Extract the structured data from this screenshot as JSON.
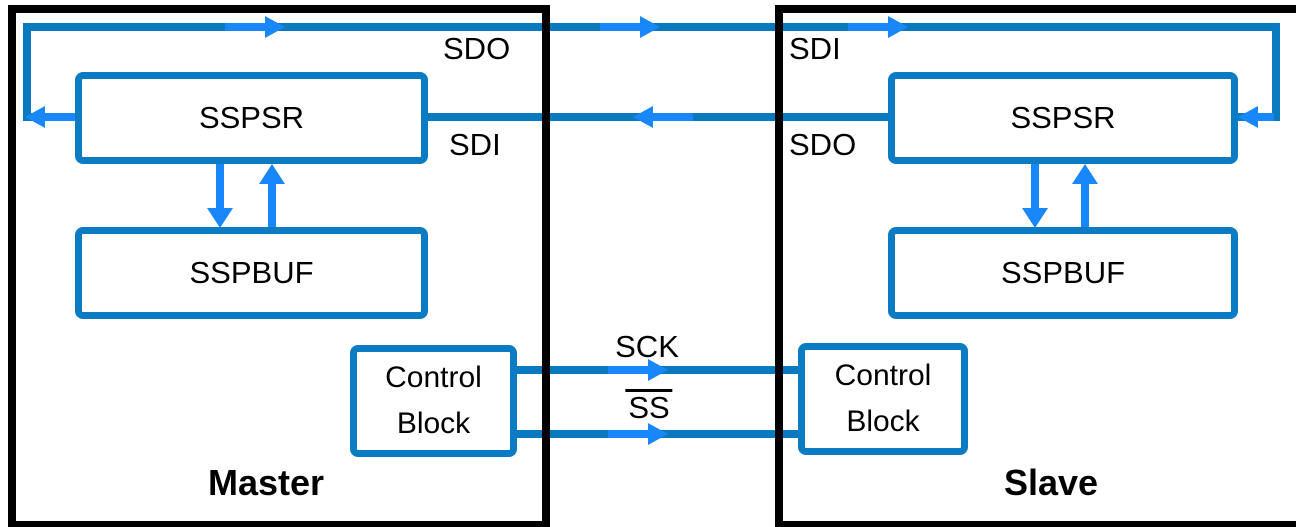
{
  "master": {
    "label": "Master",
    "sspsr_label": "SSPSR",
    "sspbuf_label": "SSPBUF",
    "control_label_line1": "Control",
    "control_label_line2": "Block",
    "top_pin_label": "SDO",
    "mid_pin_label": "SDI"
  },
  "slave": {
    "label": "Slave",
    "sspsr_label": "SSPSR",
    "sspbuf_label": "SSPBUF",
    "control_label_line1": "Control",
    "control_label_line2": "Block",
    "top_pin_label": "SDI",
    "mid_pin_label": "SDO"
  },
  "signals": {
    "clock_label": "SCK",
    "slave_select_label": "SS"
  },
  "colors": {
    "box_border": "#0b7cc4",
    "connector_line": "#0a7ac0",
    "arrow": "#1787fa",
    "frame_border": "#000000",
    "label_text": "#000000",
    "background": "#ffffff"
  }
}
